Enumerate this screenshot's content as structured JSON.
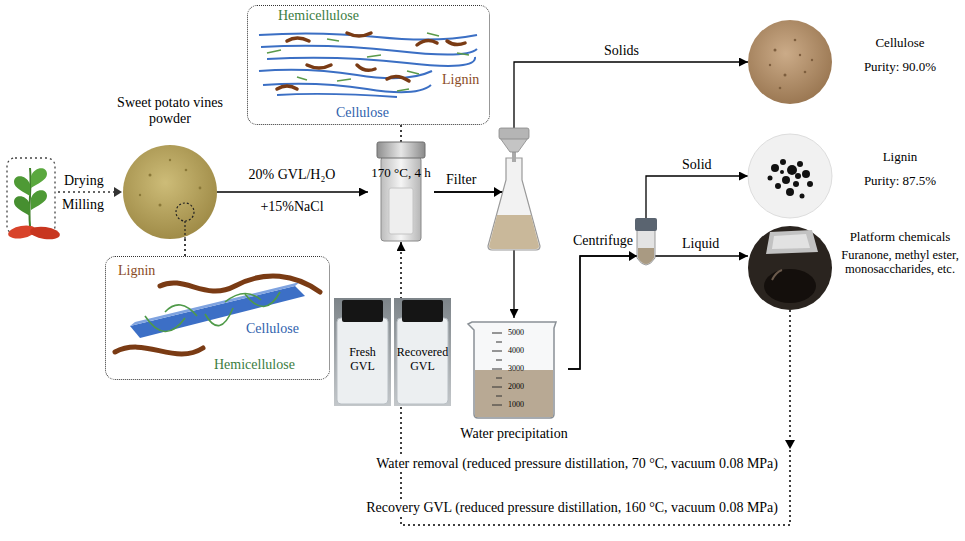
{
  "diagram": {
    "nodes": [
      {
        "text": [
          "Hemicellulose",
          "Lignin",
          "Cellulose"
        ]
      },
      {
        "text": [
          "Sweet potato vines powder"
        ]
      },
      {
        "text": [
          "170 °C, 4 h"
        ]
      },
      {
        "text": [
          "Cellulose",
          "Purity: 90.0%"
        ]
      },
      {
        "text": [
          "Lignin",
          "Cellulose",
          "Hemicellulose"
        ]
      },
      {
        "text": [
          "Water precipitation"
        ]
      },
      {
        "text": [
          "Lignin",
          "Purity: 87.5%"
        ]
      },
      {
        "text": [
          "Platform chemicals",
          "Furanone, methyl ester, monosaccharides, etc."
        ]
      },
      {
        "text": [
          "Fresh GVL"
        ]
      },
      {
        "text": [
          "Recovered GVL"
        ]
      }
    ],
    "edges": [
      {
        "from": 1,
        "to": 2,
        "arrow": "to",
        "label": "20% GVL/H₂O"
      },
      {
        "from": 0,
        "to": 2,
        "arrow": "none"
      },
      {
        "from": 1,
        "to": 4,
        "arrow": "none"
      },
      {
        "from": 2,
        "to": 3,
        "arrow": "to",
        "label": "Solids"
      },
      {
        "from": 2,
        "to": 5,
        "arrow": "to"
      },
      {
        "from": 5,
        "to": 6,
        "arrow": "to",
        "label": "Solid"
      },
      {
        "from": 5,
        "to": 7,
        "arrow": "to",
        "label": "Liquid"
      },
      {
        "from": 7,
        "to": 2,
        "arrow": "to"
      }
    ],
    "labels": [
      "Drying",
      "Milling",
      "+15%NaCl",
      "Filter",
      "Centrifuge",
      "5000",
      "4000",
      "3000",
      "2000",
      "1000",
      "Water removal (reduced pressure distillation, 70 °C, vacuum 0.08 MPa)",
      "Recovery GVL (reduced pressure distillation, 160 °C, vacuum 0.08 MPa)"
    ]
  }
}
